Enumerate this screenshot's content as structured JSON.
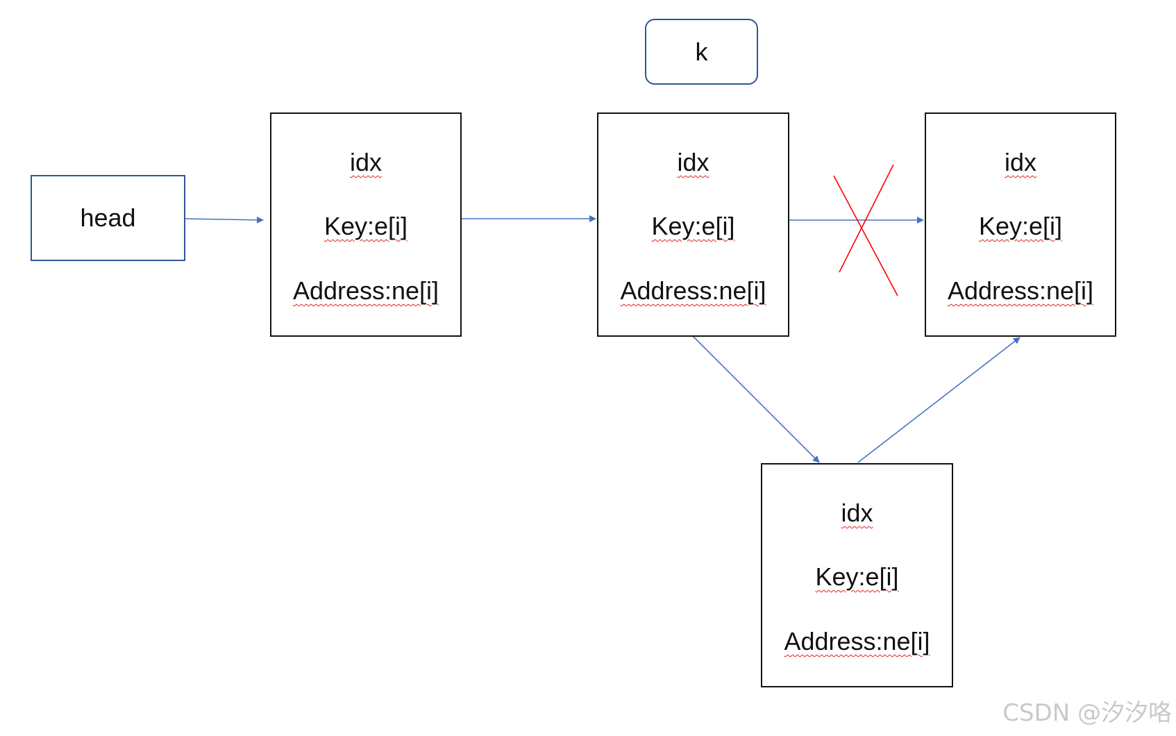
{
  "head_label": "head",
  "k_label": "k",
  "nodes": [
    {
      "idx": "idx",
      "key": "Key:e[i]",
      "address": "Address:ne[i]"
    },
    {
      "idx": "idx",
      "key": "Key:e[i]",
      "address": "Address:ne[i]"
    },
    {
      "idx": "idx",
      "key": "Key:e[i]",
      "address": "Address:ne[i]"
    },
    {
      "idx": "idx",
      "key": "Key:e[i]",
      "address": "Address:ne[i]"
    }
  ],
  "watermark": "CSDN @汐汐咯",
  "colors": {
    "arrow": "#4472c4",
    "cross": "#ff0000",
    "node_border": "#111111",
    "head_border": "#2f5597"
  }
}
